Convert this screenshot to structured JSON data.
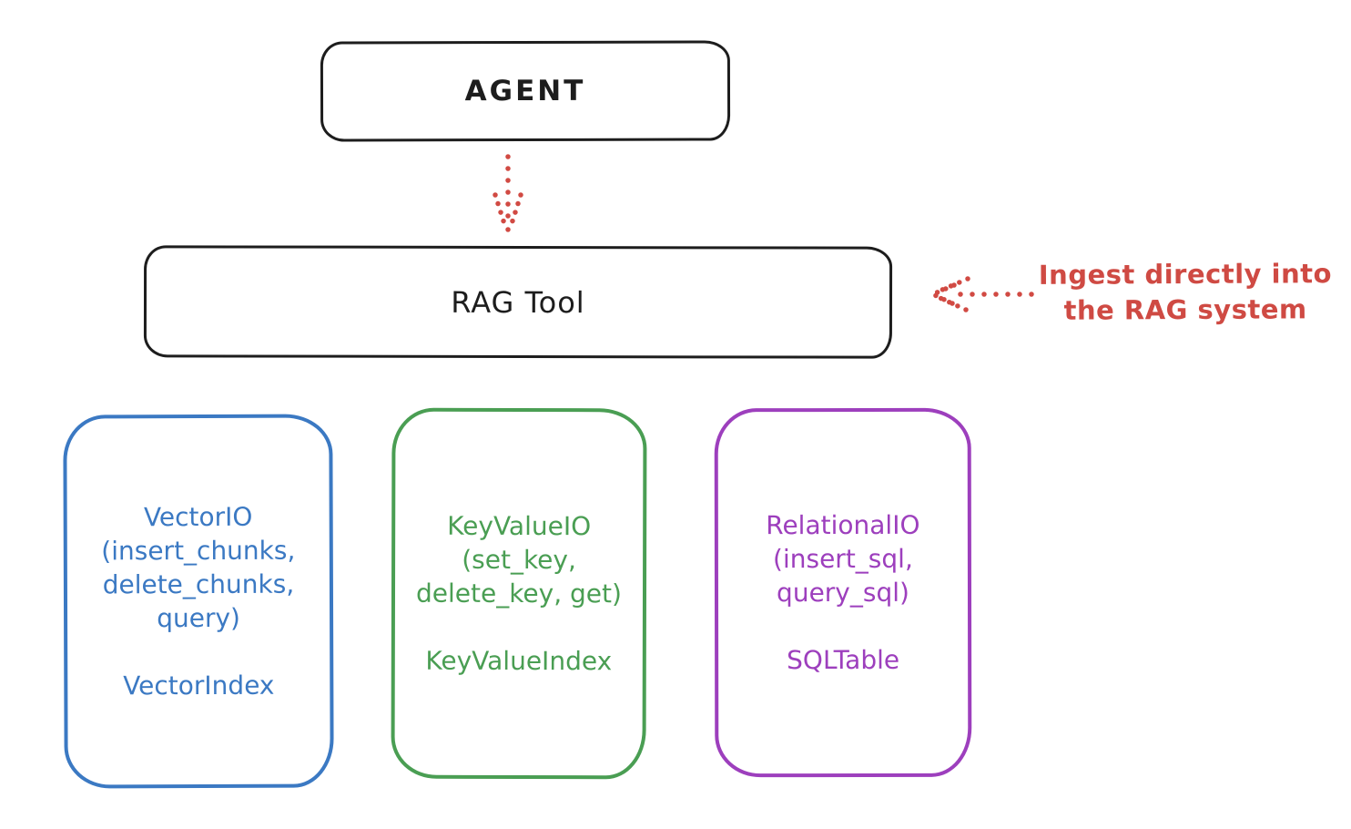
{
  "diagram": {
    "agent": {
      "label": "AGENT"
    },
    "rag_tool": {
      "label": "RAG Tool"
    },
    "annotation": {
      "line1": "Ingest directly into",
      "line2": "the RAG system",
      "color": "#cf4a43"
    },
    "arrows": [
      {
        "name": "agent-to-rag-tool",
        "style": "dotted",
        "color": "#d14a43",
        "direction": "down"
      },
      {
        "name": "annotation-to-rag-tool",
        "style": "dotted",
        "color": "#d14a43",
        "direction": "left"
      }
    ],
    "stores": [
      {
        "name": "vector",
        "color": "#3b79c3",
        "io_lines": [
          "VectorIO",
          "(insert_chunks,",
          "delete_chunks,",
          "query)"
        ],
        "index_label": "VectorIndex"
      },
      {
        "name": "keyvalue",
        "color": "#4a9e53",
        "io_lines": [
          "KeyValueIO",
          "(set_key,",
          "delete_key, get)"
        ],
        "index_label": "KeyValueIndex"
      },
      {
        "name": "relational",
        "color": "#9d3fbd",
        "io_lines": [
          "RelationalIO",
          "(insert_sql,",
          "query_sql)"
        ],
        "index_label": "SQLTable"
      }
    ]
  }
}
